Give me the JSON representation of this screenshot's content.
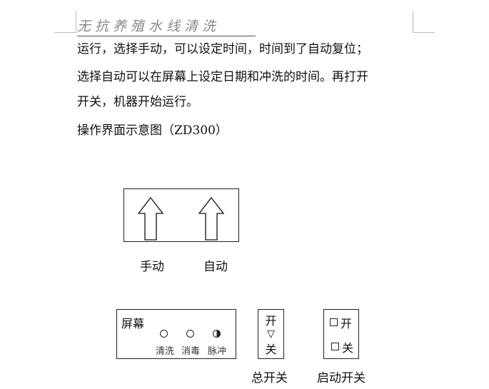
{
  "header": {
    "title": "无抗养殖水线清洗"
  },
  "body": {
    "lines": [
      "运行，选择手动，可以设定时间，时间到了自动复位；",
      "选择自动可以在屏幕上设定日期和冲洗的时间。再打开",
      "开关，机器开始运行。",
      "操作界面示意图（ZD300）"
    ]
  },
  "diagram": {
    "manual_label": "手动",
    "auto_label": "自动",
    "screen": {
      "title": "屏幕",
      "indicators": [
        "清洗",
        "消毒",
        "脉冲"
      ]
    },
    "main_switch": {
      "on": "开",
      "off": "关",
      "label": "总开关"
    },
    "start_switch": {
      "on": "开",
      "off": "关",
      "label": "启动开关"
    }
  }
}
